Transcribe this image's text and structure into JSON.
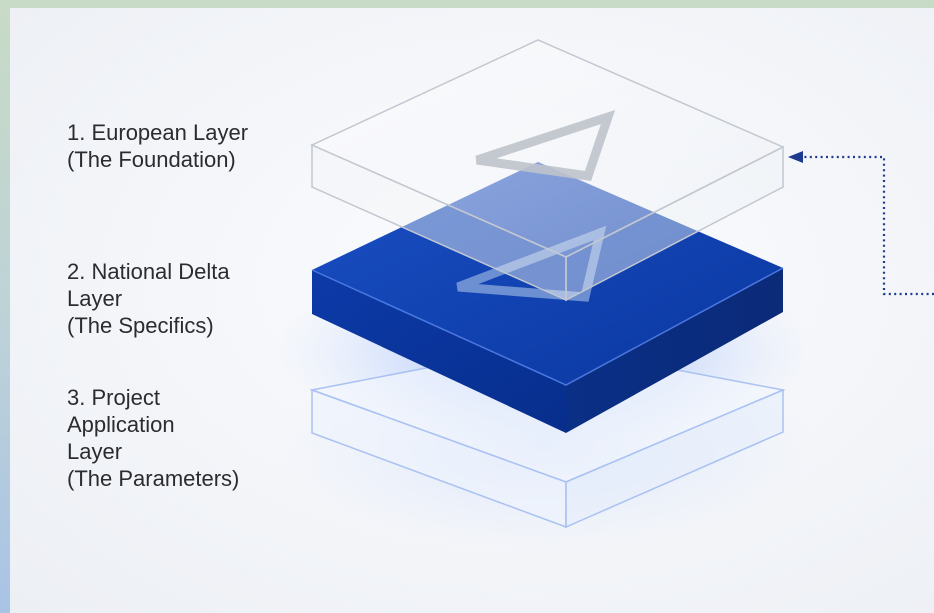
{
  "layers": [
    {
      "id": "european",
      "label": "1. European Layer\n(The Foundation)"
    },
    {
      "id": "national",
      "label": "2. National Delta\nLayer\n(The Specifics)"
    },
    {
      "id": "project",
      "label": "3. Project\nApplication\nLayer\n(The Parameters)"
    }
  ],
  "colors": {
    "accent_blue": "#0a3aa6",
    "outline_blue": "#9db9f0",
    "glass_outline": "#c9cdd6",
    "connector": "#1d3a8f"
  }
}
